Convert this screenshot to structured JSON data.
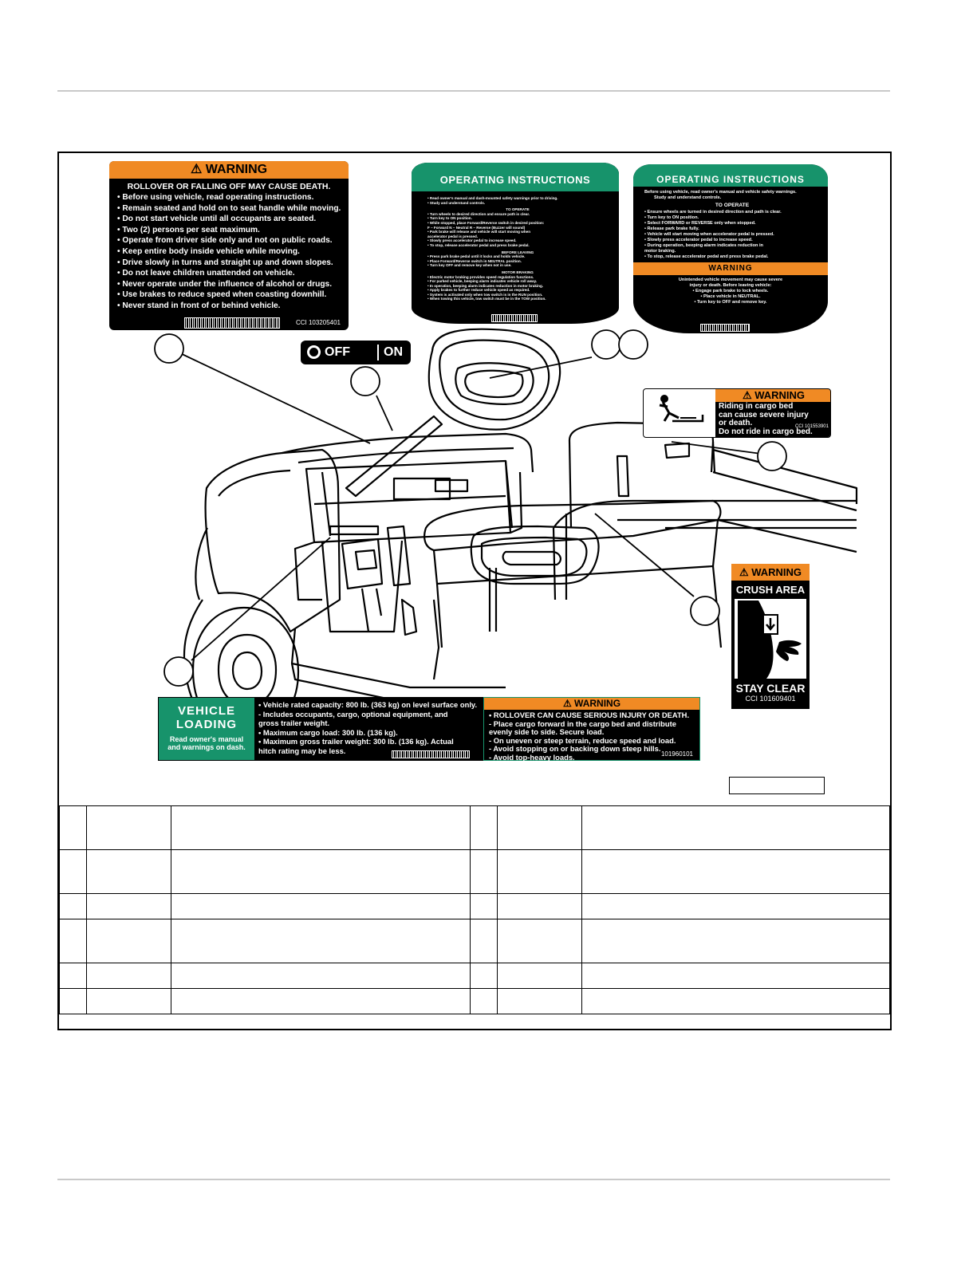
{
  "switch_decal": {
    "off": "OFF",
    "on": "ON"
  },
  "rollover_warning": {
    "header": "WARNING",
    "title": "ROLLOVER OR FALLING OFF MAY CAUSE DEATH.",
    "items": [
      "• Before using vehicle, read operating instructions.",
      "• Remain seated and hold on to seat handle while moving.",
      "• Do not start vehicle until all occupants are seated.",
      "• Two (2) persons per seat maximum.",
      "• Operate from driver side only and not on public roads.",
      "• Keep entire body inside vehicle while moving.",
      "• Drive slowly in turns and straight up and down slopes.",
      "• Do not leave children unattended on vehicle.",
      "• Never operate under the influence of alcohol or drugs.",
      "• Use brakes to reduce speed when coasting downhill.",
      "• Never stand in front of or behind vehicle."
    ],
    "code": "CCI 103205401"
  },
  "operating_instructions_1": {
    "header": "OPERATING INSTRUCTIONS",
    "intro": [
      "•  Read owner's manual and dash-mounted safety warnings prior to driving.",
      "•  Study and understand controls."
    ],
    "to_operate": "TO OPERATE",
    "operate_items": [
      "•  Turn wheels to desired direction and ensure path is clear.",
      "•  Turn key to ON position.",
      "•  While stopped, place Forward/Reverse switch in desired position:",
      "F – Forward     N – Neutral     R – Reverse (Buzzer will sound)",
      "•  Park brake will release and vehicle will start moving when",
      "    accelerator pedal is pressed.",
      "•  Slowly press accelerator pedal to increase speed.",
      "•  To stop, release accelerator pedal and press brake pedal."
    ],
    "before_leaving": "BEFORE LEAVING",
    "leaving_items": [
      "•  Press park brake pedal until it locks and holds vehicle.",
      "•  Place Forward/Reverse switch in NEUTRAL position.",
      "•  Turn key OFF and remove key when not in use."
    ],
    "motor_braking": "MOTOR BRAKING",
    "braking_items": [
      "•  Electric motor braking provides speed regulation functions.",
      "•  For parked vehicle, beeping alarm indicates vehicle roll away.",
      "•  In operation, beeping alarm indicates reduction in motor braking.",
      "•  Apply brakes to further reduce vehicle speed as required.",
      "•  System is activated only when tow switch is in the RUN position.",
      "•  When towing this vehicle, tow switch must be in the TOW position."
    ]
  },
  "operating_instructions_2": {
    "header": "OPERATING INSTRUCTIONS",
    "intro": [
      "Before using vehicle, read owner's manual and vehicle safety warnings.",
      "Study and understand controls."
    ],
    "to_operate": "TO OPERATE",
    "items": [
      "•  Ensure wheels are turned in desired direction and path is clear.",
      "•  Turn key to ON position.",
      "•  Select FORWARD or REVERSE only when stopped.",
      "•  Release park brake fully.",
      "•  Vehicle will start moving when accelerator pedal is pressed.",
      "•  Slowly press accelerator pedal to increase speed.",
      "•  During operation, beeping alarm indicates reduction in",
      "    motor braking.",
      "•  To stop, release accelerator pedal and press brake pedal."
    ],
    "warning_header": "WARNING",
    "warning_text": [
      "Unintended vehicle movement may cause severe",
      "injury or death.  Before leaving vehicle:"
    ],
    "warning_items": [
      "•  Engage park brake to lock wheels.",
      "•  Place vehicle in NEUTRAL.",
      "•  Turn key to OFF and remove key."
    ]
  },
  "cargo_bed_warning": {
    "header": "WARNING",
    "text": [
      "Riding in cargo bed",
      "can cause severe injury",
      "or death.",
      "Do not ride in cargo bed."
    ],
    "code": "CCI 101553901"
  },
  "crush_warning": {
    "header": "WARNING",
    "title": "CRUSH AREA",
    "footer": "STAY CLEAR",
    "code": "CCI 101609401"
  },
  "vehicle_loading": {
    "title_1": "VEHICLE",
    "title_2": "LOADING",
    "note_1": "Read owner's manual",
    "note_2": "and warnings on dash.",
    "items": [
      "• Vehicle rated capacity: 800 lb. (363 kg) on level surface only.",
      "   - Includes occupants, cargo, optional equipment, and",
      "     gross trailer weight.",
      "• Maximum cargo load: 300 lb. (136 kg).",
      "• Maximum gross trailer weight: 300 lb. (136 kg).  Actual",
      "   hitch rating may be less."
    ]
  },
  "loading_warning": {
    "header": "WARNING",
    "items": [
      "• ROLLOVER CAN CAUSE SERIOUS INJURY OR DEATH.",
      "   - Place cargo forward in the cargo bed and distribute",
      "     evenly side to side. Secure load.",
      "   - On uneven or steep terrain, reduce speed and load.",
      "   - Avoid stopping on or backing down steep hills.",
      "   - Avoid top-heavy loads."
    ],
    "code": "101960101"
  },
  "items_table": {
    "rows": 6
  }
}
